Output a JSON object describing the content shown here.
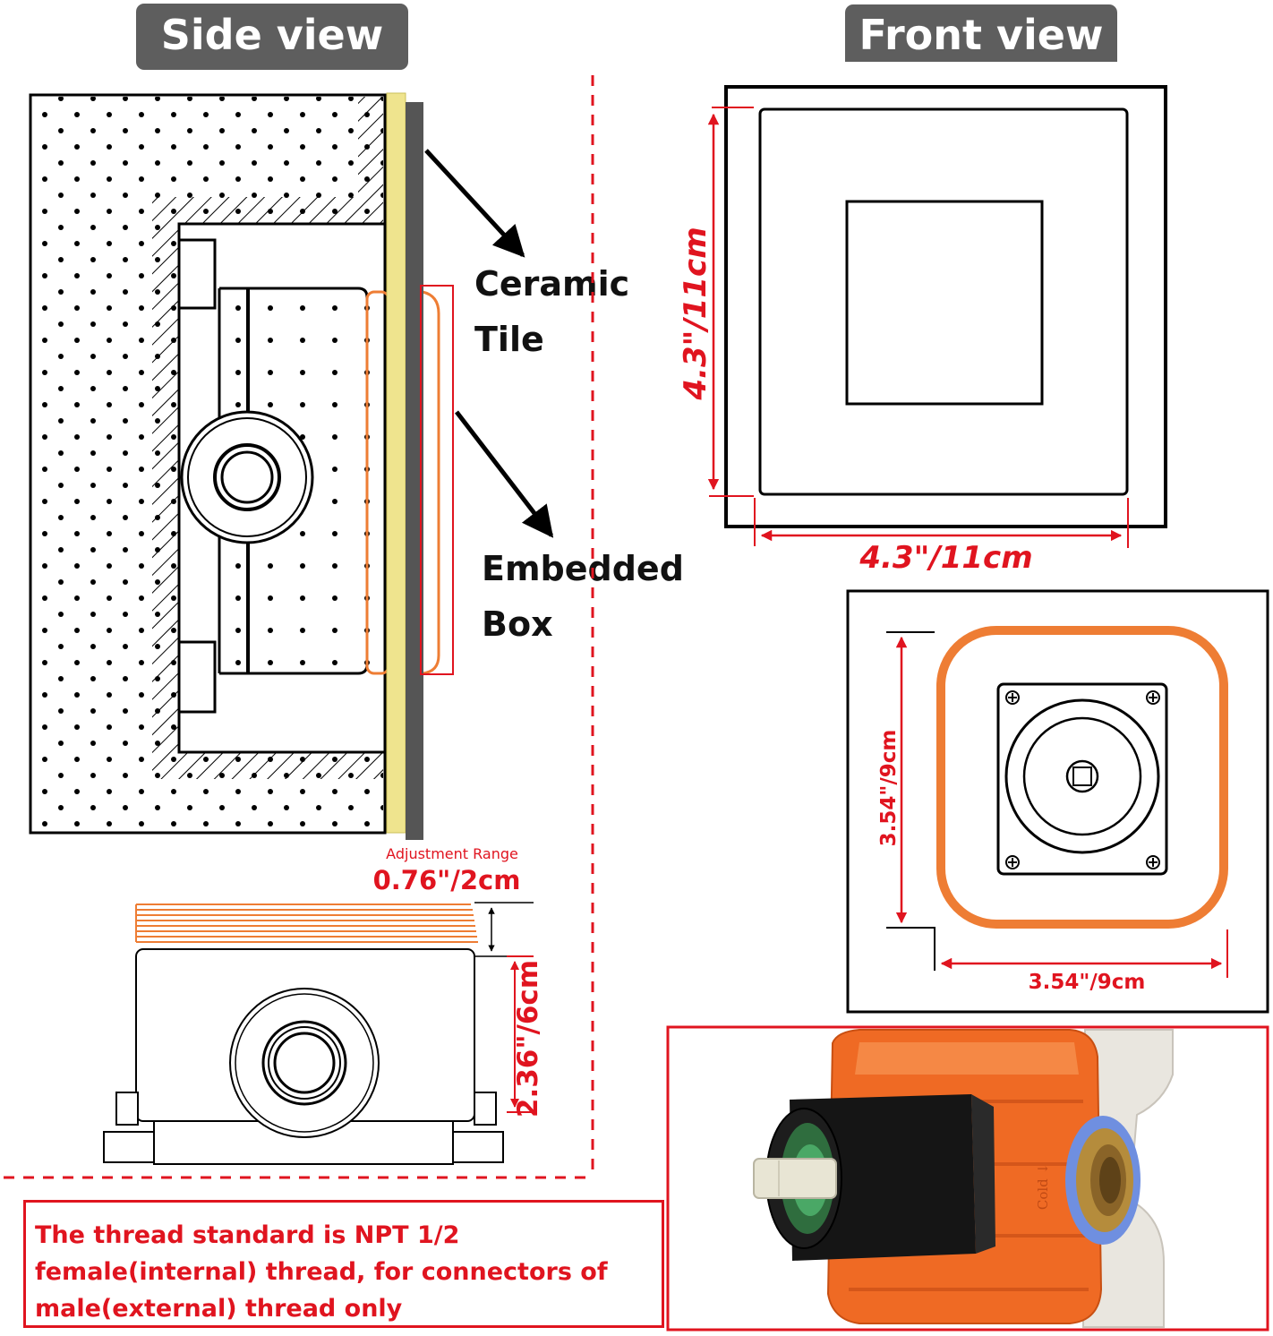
{
  "headings": {
    "side_view": "Side view",
    "front_view": "Front view"
  },
  "callouts": {
    "ceramic_tile_1": "Ceramic",
    "ceramic_tile_2": "Tile",
    "embedded_box_1": "Embedded",
    "embedded_box_2": "Box"
  },
  "dimensions": {
    "adjustment_range_label": "Adjustment Range",
    "adjustment_range_value": "0.76\"/2cm",
    "box_depth": "2.36\"/6cm",
    "cover_height": "4.3\"/11cm",
    "cover_width": "4.3\"/11cm",
    "box_height": "3.54\"/9cm",
    "box_width": "3.54\"/9cm"
  },
  "note": {
    "text": "The thread standard is NPT 1/2 female(internal) thread, for connectors of male(external) thread only"
  },
  "photo": {
    "cold_label": "Cold ↓"
  },
  "colors": {
    "red": "#e0141f",
    "orange": "#ee7d34",
    "tile_yellow": "#efe48e",
    "badge_gray": "#5e5e5e",
    "wall_gray": "#555555"
  }
}
